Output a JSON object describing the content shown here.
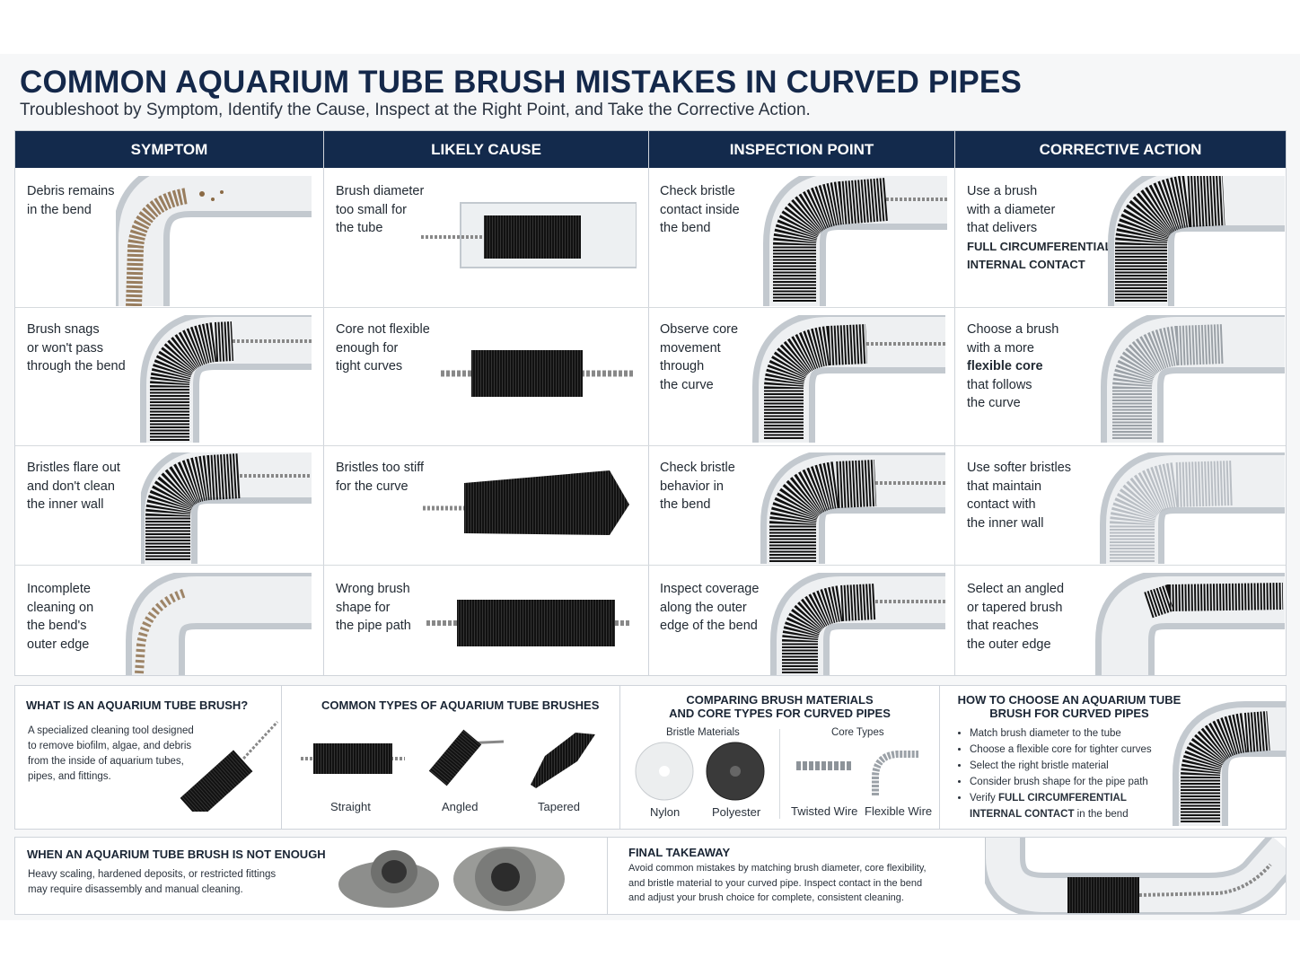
{
  "title": "COMMON AQUARIUM TUBE BRUSH MISTAKES IN CURVED PIPES",
  "subtitle": "Troubleshoot by Symptom, Identify the Cause, Inspect at the Right Point, and Take the Corrective Action.",
  "columns": [
    "SYMPTOM",
    "LIKELY CAUSE",
    "INSPECTION POINT",
    "CORRECTIVE ACTION"
  ],
  "rows": [
    {
      "symptom": [
        "Debris remains",
        "in the bend"
      ],
      "cause": [
        "Brush diameter",
        "too small for",
        "the tube"
      ],
      "inspection": [
        "Check bristle",
        "contact inside",
        "the bend"
      ],
      "action": [
        "Use a brush",
        "with a diameter",
        "that delivers"
      ],
      "action_bold": [
        "FULL CIRCUMFERENTIAL",
        "INTERNAL CONTACT"
      ]
    },
    {
      "symptom": [
        "Brush snags",
        "or won't pass",
        "through the bend"
      ],
      "cause": [
        "Core not flexible",
        "enough for",
        "tight curves"
      ],
      "inspection": [
        "Observe core",
        "movement",
        "through",
        "the curve"
      ],
      "action_pre": [
        "Choose a brush",
        "with a more"
      ],
      "action_bold": "flexible core",
      "action_post": [
        "that follows",
        "the curve"
      ]
    },
    {
      "symptom": [
        "Bristles flare out",
        "and don't clean",
        "the inner wall"
      ],
      "cause": [
        "Bristles too stiff",
        "for the curve"
      ],
      "inspection": [
        "Check bristle",
        "behavior in",
        "the bend"
      ],
      "action": [
        "Use softer bristles",
        "that maintain",
        "contact with",
        "the inner wall"
      ]
    },
    {
      "symptom": [
        "Incomplete",
        "cleaning on",
        "the bend's",
        "outer edge"
      ],
      "cause": [
        "Wrong brush",
        "shape for",
        "the pipe path"
      ],
      "inspection": [
        "Inspect coverage",
        "along the outer",
        "edge of the bend"
      ],
      "action": [
        "Select an angled",
        "or tapered brush",
        "that reaches",
        "the outer edge"
      ]
    }
  ],
  "what_is": {
    "heading": "WHAT IS AN AQUARIUM TUBE BRUSH?",
    "text": [
      "A specialized cleaning tool designed",
      "to remove biofilm, algae, and debris",
      "from the inside of aquarium tubes,",
      "pipes, and fittings."
    ]
  },
  "types": {
    "heading": "COMMON TYPES OF AQUARIUM TUBE BRUSHES",
    "items": [
      "Straight",
      "Angled",
      "Tapered"
    ]
  },
  "materials": {
    "heading_1": "COMPARING BRUSH MATERIALS",
    "heading_2": "AND CORE TYPES FOR CURVED PIPES",
    "bristle_heading": "Bristle Materials",
    "core_heading": "Core Types",
    "bristles": [
      "Nylon",
      "Polyester"
    ],
    "cores": [
      "Twisted Wire",
      "Flexible Wire"
    ]
  },
  "choose": {
    "heading_1": "HOW TO CHOOSE AN AQUARIUM TUBE",
    "heading_2": "BRUSH FOR CURVED PIPES",
    "items": [
      "Match brush diameter to the tube",
      "Choose a flexible core for tighter curves",
      "Select the right bristle material",
      "Consider brush shape for the pipe path"
    ],
    "last_pre": "Verify ",
    "last_bold_1": "FULL CIRCUMFERENTIAL",
    "last_bold_2": "INTERNAL CONTACT",
    "last_post": " in the bend"
  },
  "not_enough": {
    "heading": "WHEN AN AQUARIUM TUBE BRUSH IS NOT ENOUGH",
    "text": [
      "Heavy scaling, hardened deposits, or restricted fittings",
      "may require disassembly and manual cleaning."
    ]
  },
  "takeaway": {
    "heading": "FINAL TAKEAWAY",
    "text": [
      "Avoid common mistakes by matching brush diameter, core flexibility,",
      "and bristle material to your curved pipe. Inspect contact in the bend",
      "and adjust your brush choice for complete, consistent cleaning."
    ]
  },
  "colors": {
    "header_navy": "#132a4c",
    "title_navy": "#14284a",
    "bristle_black": "#111111",
    "pipe_gray": "#c9ced4",
    "debris_brown": "#8a6a45"
  }
}
